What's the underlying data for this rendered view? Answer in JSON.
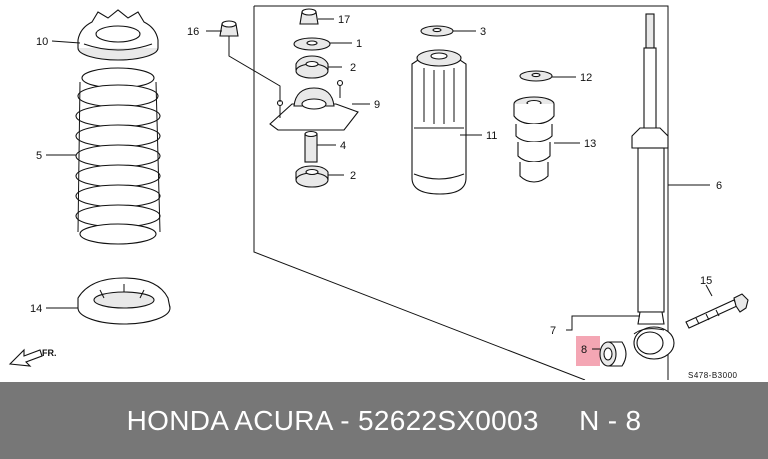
{
  "diagram": {
    "callouts": {
      "c1": "1",
      "c2a": "2",
      "c2b": "2",
      "c3": "3",
      "c4": "4",
      "c5": "5",
      "c6": "6",
      "c7": "7",
      "c8": "8",
      "c9": "9",
      "c10": "10",
      "c11": "11",
      "c12": "12",
      "c13": "13",
      "c14": "14",
      "c15": "15",
      "c16": "16",
      "c17": "17"
    },
    "direction_label": "FR.",
    "drawing_code": "S478-B3000",
    "highlight_color": "#f4a6b4"
  },
  "banner": {
    "text": "HONDA ACURA - 52622SX0003     N - 8",
    "background": "#777777"
  }
}
